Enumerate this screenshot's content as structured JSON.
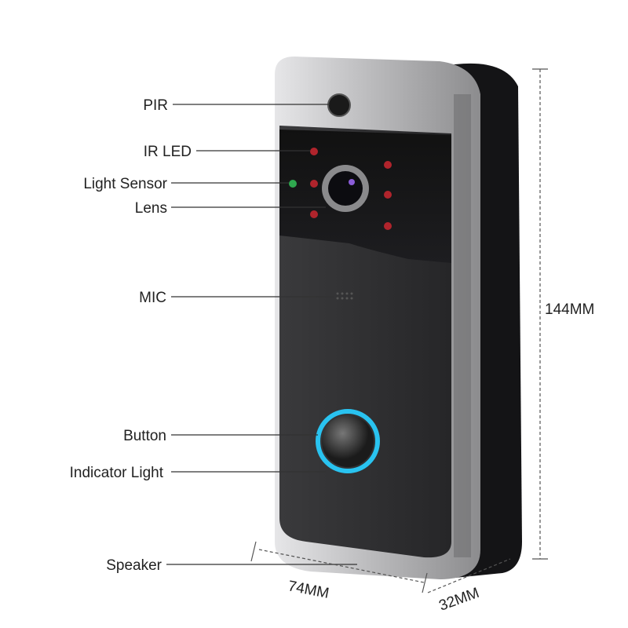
{
  "labels": {
    "pir": "PIR",
    "ir_led": "IR LED",
    "light_sensor": "Light Sensor",
    "lens": "Lens",
    "mic": "MIC",
    "button": "Button",
    "indicator_light": "Indicator Light",
    "speaker": "Speaker"
  },
  "dimensions": {
    "height": "144MM",
    "width": "74MM",
    "depth": "32MM"
  },
  "colors": {
    "indicator_ring": "#29c3f0",
    "ir_led": "#b0242c",
    "light_sensor": "#2fa84f",
    "body": "#2b2b2d",
    "frame": "#c9c9cb"
  }
}
